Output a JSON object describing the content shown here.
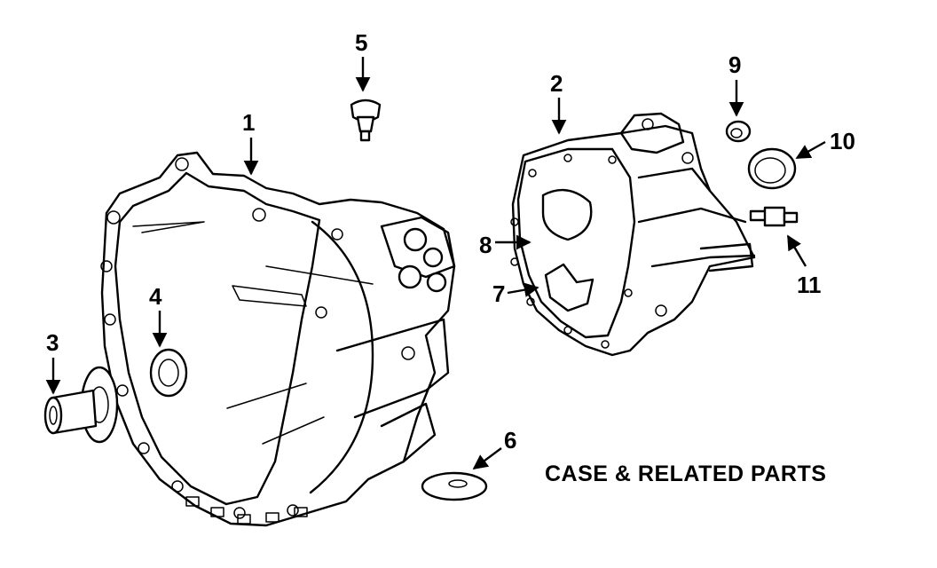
{
  "caption": "CASE & RELATED PARTS",
  "callouts": {
    "c1": "1",
    "c2": "2",
    "c3": "3",
    "c4": "4",
    "c5": "5",
    "c6": "6",
    "c7": "7",
    "c8": "8",
    "c9": "9",
    "c10": "10",
    "c11": "11"
  }
}
